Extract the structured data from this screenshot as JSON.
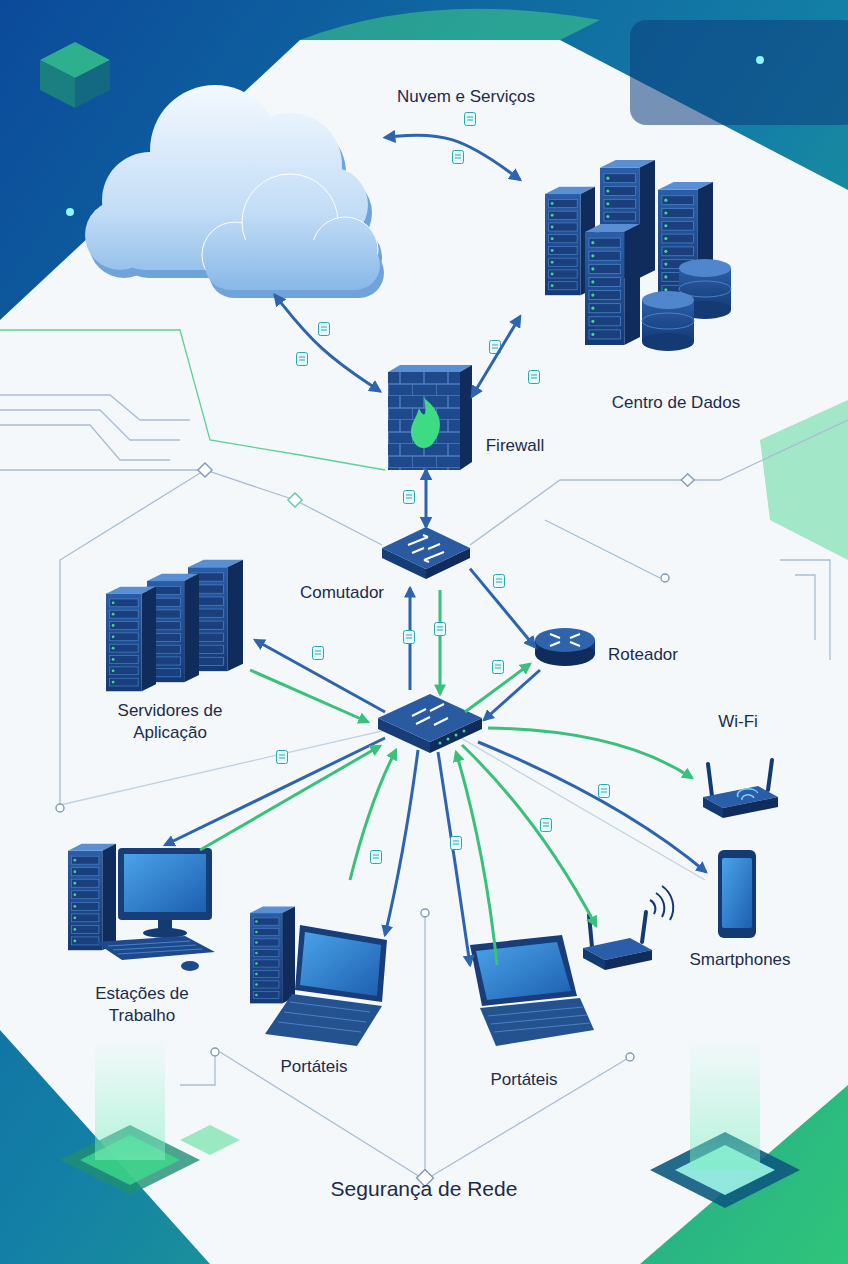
{
  "diagram": {
    "title": "Segurança de Rede",
    "nodes": [
      {
        "text": [
          "Nuvem e Serviços"
        ]
      },
      {
        "text": [
          "Centro de Dados"
        ]
      },
      {
        "text": [
          "Firewall"
        ]
      },
      {
        "text": [
          "Comutador"
        ]
      },
      {
        "text": [
          "Roteador"
        ]
      },
      {
        "text": [
          "Servidores de Aplicação"
        ]
      },
      {
        "text": [
          "Wi-Fi"
        ]
      },
      {
        "text": [
          "Smartphones"
        ]
      },
      {
        "text": [
          "Estações de Trabalho"
        ]
      },
      {
        "text": [
          "Portáteis"
        ]
      },
      {
        "text": [
          "Portáteis"
        ]
      }
    ],
    "edges": [
      {
        "from": 0,
        "to": 1,
        "arrow": "both"
      },
      {
        "from": 0,
        "to": 2,
        "arrow": "both"
      },
      {
        "from": 1,
        "to": 2,
        "arrow": "both"
      },
      {
        "from": 2,
        "to": 3,
        "arrow": "both"
      },
      {
        "from": 3,
        "to": 4,
        "arrow": "to"
      }
    ]
  }
}
